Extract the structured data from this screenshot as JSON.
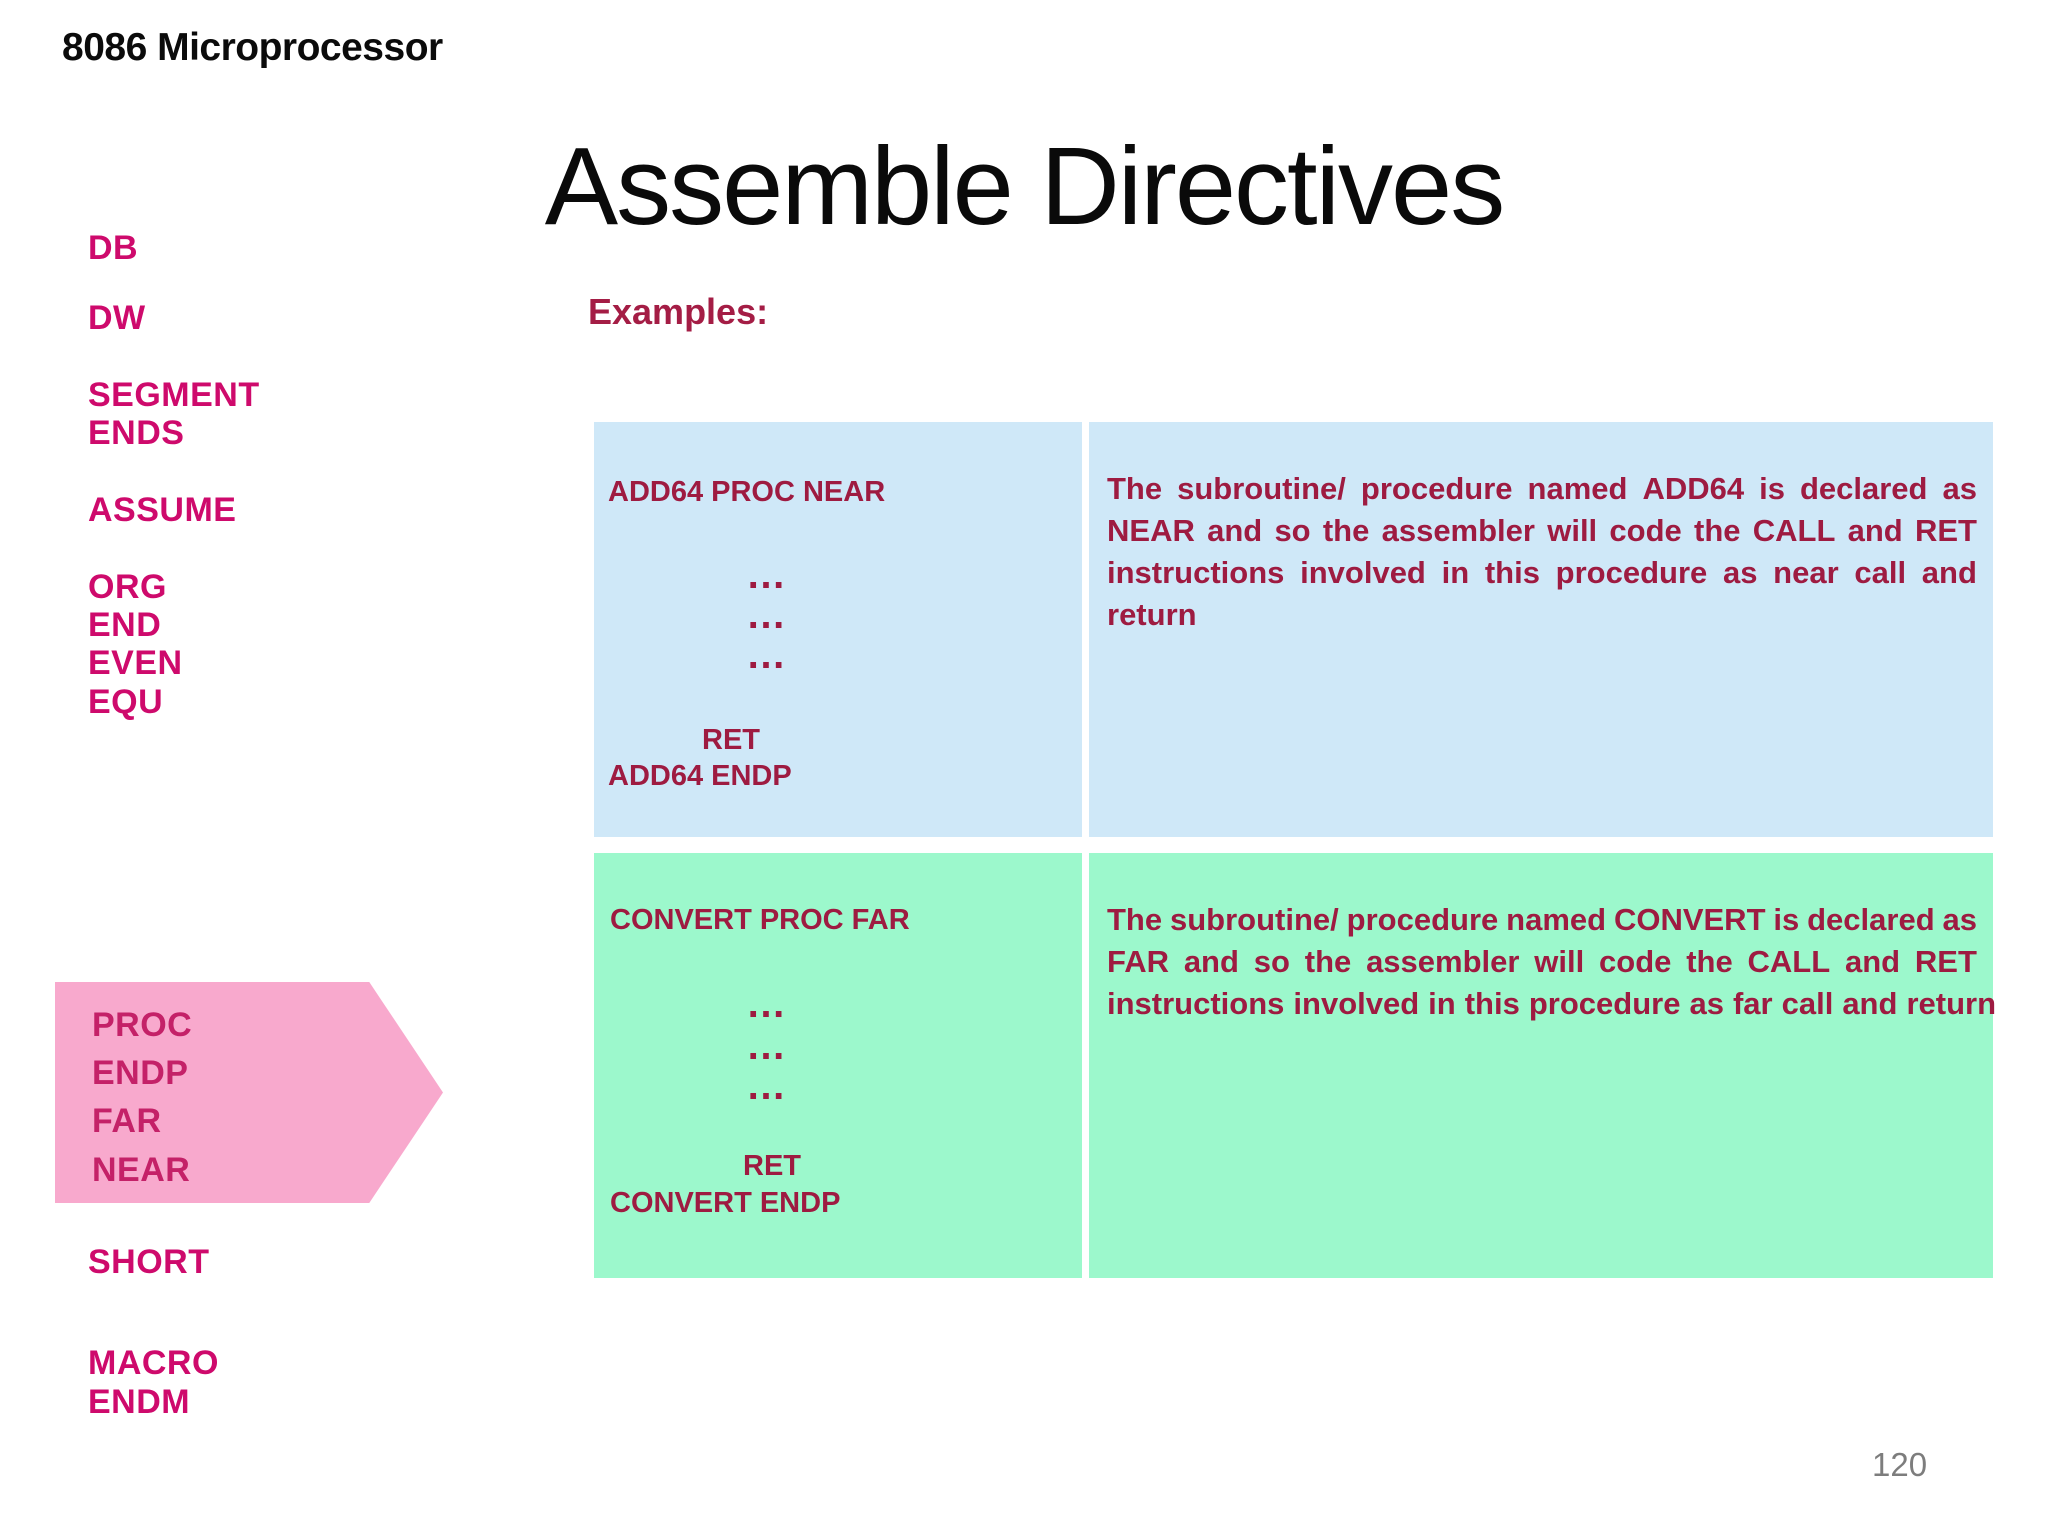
{
  "slide": {
    "header_title": "8086 Microprocessor",
    "main_title": "Assemble Directives",
    "examples_label": "Examples:",
    "page_number": "120",
    "colors": {
      "sidebar_text": "#ce0a6c",
      "arrow_fill": "#f8a9cd",
      "arrow_text": "#c42168",
      "box_text": "#9e1b41",
      "blue_box_bg": "#cfe8f8",
      "green_box_bg": "#9cf8cc",
      "examples_label_color": "#a41d45",
      "page_number_color": "#7d7d7d"
    }
  },
  "directives": {
    "items": [
      "DB",
      "DW",
      "SEGMENT",
      "ENDS",
      "ASSUME",
      "ORG",
      "END",
      "EVEN",
      "EQU",
      "SHORT",
      "MACRO",
      "ENDM"
    ],
    "highlighted_items": [
      "PROC",
      "ENDP",
      "FAR",
      "NEAR"
    ]
  },
  "examples": {
    "ellipsis": "…",
    "boxes": [
      {
        "code_header": "ADD64 PROC NEAR",
        "code_ret": "RET",
        "code_footer": "ADD64 ENDP",
        "description_lines": [
          "The subroutine/ procedure named ADD64 is declared as",
          "NEAR and so the assembler will code the CALL and RET",
          "instructions involved in this procedure as near call and",
          "return"
        ]
      },
      {
        "code_header": "CONVERT PROC FAR",
        "code_ret": "RET",
        "code_footer": "CONVERT ENDP",
        "description_lines": [
          "The subroutine/ procedure named CONVERT is declared as",
          "FAR and so the assembler will code the CALL and RET",
          "instructions involved in this procedure as far call and return"
        ]
      }
    ]
  }
}
